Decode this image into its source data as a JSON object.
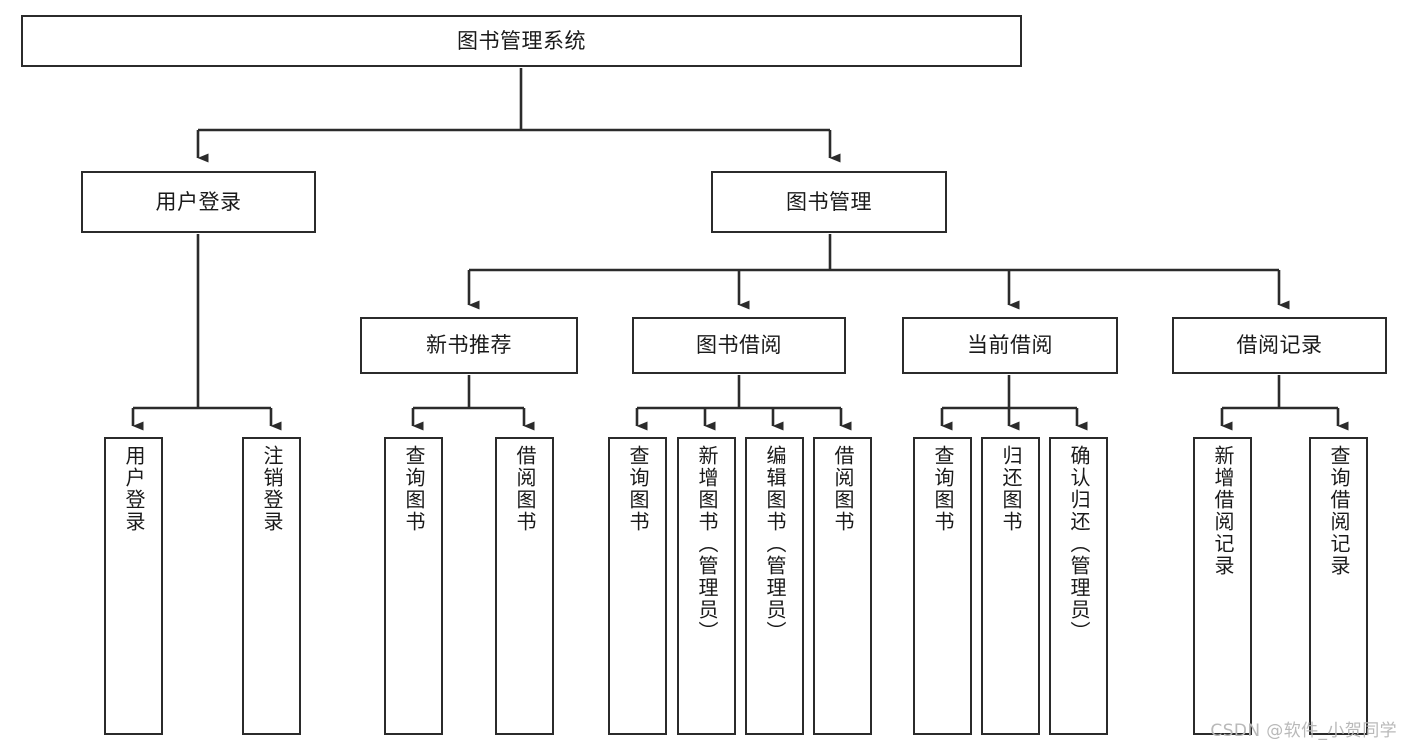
{
  "diagram": {
    "title": "图书管理系统",
    "type": "tree-structure-chart",
    "watermark": "CSDN @软件_小贺同学",
    "colors": {
      "box_border": "#2b2b2b",
      "box_fill": "#ffffff",
      "connector": "#2b2b2b",
      "text": "#1a1a1a",
      "watermark": "#b9b9b9",
      "background": "#ffffff"
    }
  },
  "nodes": {
    "root": {
      "label": "图书管理系统"
    },
    "level2": [
      {
        "label": "用户登录"
      },
      {
        "label": "图书管理"
      }
    ],
    "level3": [
      {
        "label": "新书推荐"
      },
      {
        "label": "图书借阅"
      },
      {
        "label": "当前借阅"
      },
      {
        "label": "借阅记录"
      }
    ],
    "leaves": {
      "user_login": [
        {
          "label": "用户登录"
        },
        {
          "label": "注销登录"
        }
      ],
      "new_book_recommend": [
        {
          "label": "查询图书"
        },
        {
          "label": "借阅图书"
        }
      ],
      "book_borrow": [
        {
          "label": "查询图书"
        },
        {
          "label": "新增图书（管理员）"
        },
        {
          "label": "编辑图书（管理员）"
        },
        {
          "label": "借阅图书"
        }
      ],
      "current_borrow": [
        {
          "label": "查询图书"
        },
        {
          "label": "归还图书"
        },
        {
          "label": "确认归还（管理员）"
        }
      ],
      "borrow_record": [
        {
          "label": "新增借阅记录"
        },
        {
          "label": "查询借阅记录"
        }
      ]
    }
  },
  "chart_data": {
    "type": "tree",
    "title": "图书管理系统",
    "root": "图书管理系统",
    "edges": [
      [
        "图书管理系统",
        "用户登录"
      ],
      [
        "图书管理系统",
        "图书管理"
      ],
      [
        "用户登录",
        "用户登录"
      ],
      [
        "用户登录",
        "注销登录"
      ],
      [
        "图书管理",
        "新书推荐"
      ],
      [
        "图书管理",
        "图书借阅"
      ],
      [
        "图书管理",
        "当前借阅"
      ],
      [
        "图书管理",
        "借阅记录"
      ],
      [
        "新书推荐",
        "查询图书"
      ],
      [
        "新书推荐",
        "借阅图书"
      ],
      [
        "图书借阅",
        "查询图书"
      ],
      [
        "图书借阅",
        "新增图书（管理员）"
      ],
      [
        "图书借阅",
        "编辑图书（管理员）"
      ],
      [
        "图书借阅",
        "借阅图书"
      ],
      [
        "当前借阅",
        "查询图书"
      ],
      [
        "当前借阅",
        "归还图书"
      ],
      [
        "当前借阅",
        "确认归还（管理员）"
      ],
      [
        "借阅记录",
        "新增借阅记录"
      ],
      [
        "借阅记录",
        "查询借阅记录"
      ]
    ],
    "levels": 4
  }
}
